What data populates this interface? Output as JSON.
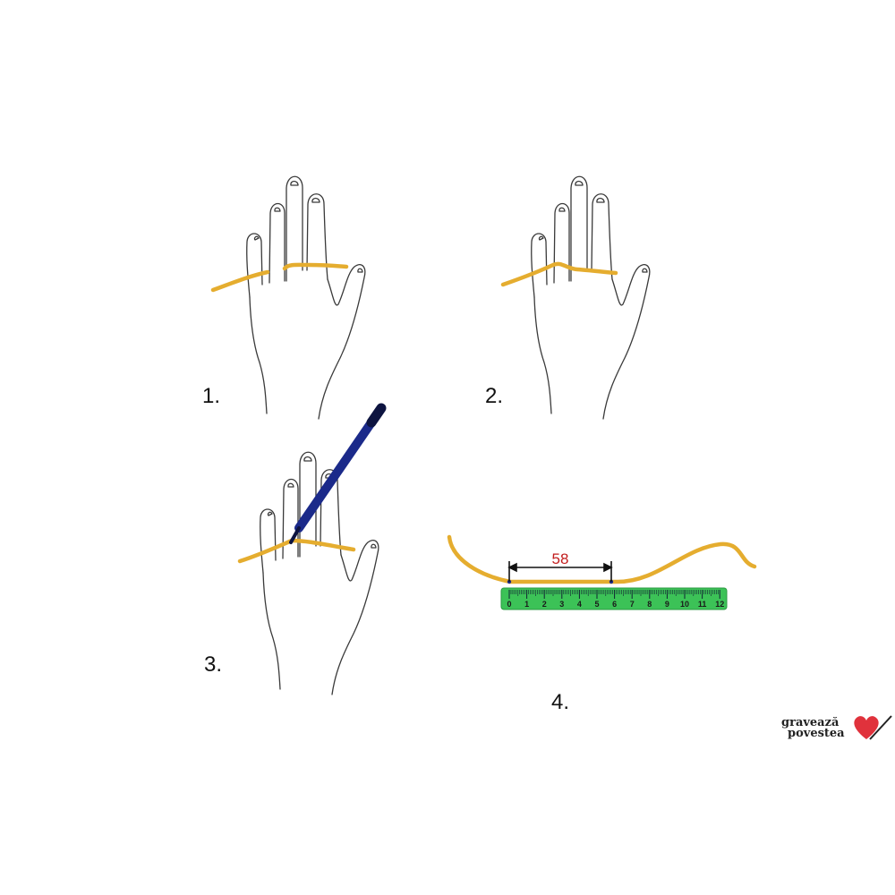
{
  "steps": [
    "1.",
    "2.",
    "3.",
    "4."
  ],
  "measurement": {
    "label": "58"
  },
  "ruler": {
    "ticks": [
      "0",
      "1",
      "2",
      "3",
      "4",
      "5",
      "6",
      "7",
      "8",
      "9",
      "10",
      "11",
      "12"
    ]
  },
  "colors": {
    "band": "#e5ad2f",
    "pen": "#1b2a8a",
    "ruler": "#3cc257",
    "measurement": "#c21d1d",
    "logo_heart": "#e0323c"
  },
  "logo": {
    "line1": "gravează",
    "line2": "povestea"
  }
}
